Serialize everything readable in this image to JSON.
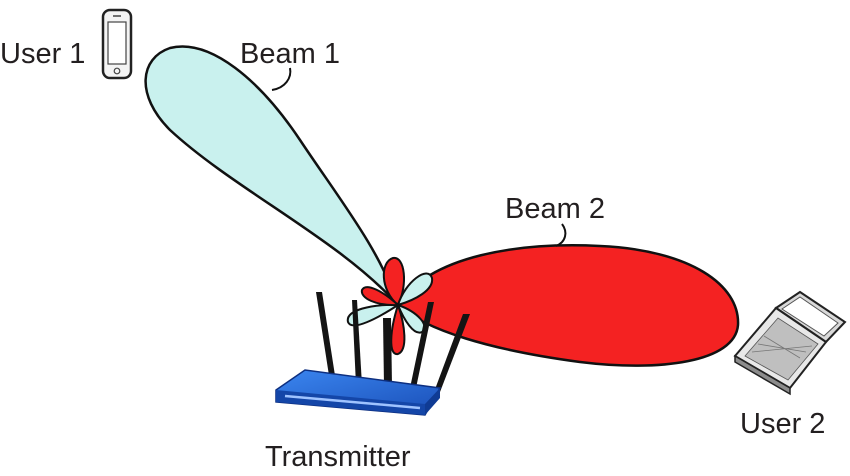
{
  "labels": {
    "user1": "User 1",
    "user2": "User 2",
    "beam1": "Beam 1",
    "beam2": "Beam 2",
    "transmitter": "Transmitter"
  },
  "colors": {
    "beam1_fill": "#c9f1ee",
    "beam2_fill": "#f42222",
    "router_body": "#1e5fd0",
    "antenna": "#111111",
    "outline": "#111111"
  },
  "icons": {
    "user1_device": "smartphone-icon",
    "user2_device": "laptop-icon",
    "transmitter_device": "wifi-router-icon"
  }
}
